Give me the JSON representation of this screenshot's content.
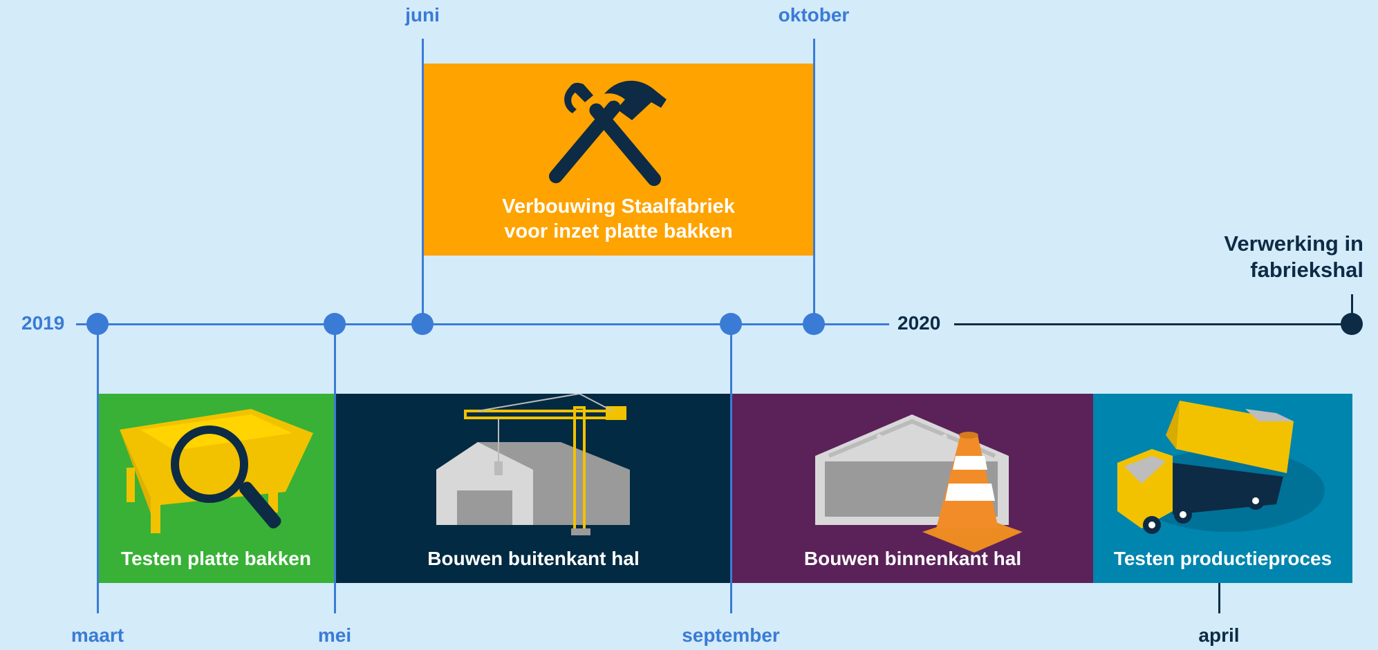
{
  "timeline": {
    "start_year": "2019",
    "end_year": "2020",
    "end_label_line1": "Verwerking in",
    "end_label_line2": "fabriekshal"
  },
  "months_top": {
    "juni": "juni",
    "oktober": "oktober"
  },
  "months_bottom": {
    "maart": "maart",
    "mei": "mei",
    "september": "september",
    "april": "april"
  },
  "phases": {
    "top": {
      "label_line1": "Verbouwing Staalfabriek",
      "label_line2": "voor inzet platte bakken",
      "color": "#ffa300",
      "icon": "tools-icon"
    },
    "bottom": [
      {
        "label": "Testen platte bakken",
        "color": "#38b136",
        "icon": "skip-container-magnifier-icon"
      },
      {
        "label": "Bouwen buitenkant hal",
        "color": "#022a42",
        "icon": "crane-hall-icon"
      },
      {
        "label": "Bouwen binnenkant hal",
        "color": "#5b2259",
        "icon": "hall-traffic-cone-icon"
      },
      {
        "label": "Testen productieproces",
        "color": "#0085ae",
        "icon": "dump-truck-icon"
      }
    ]
  },
  "colors": {
    "background": "#d4ebfa",
    "timeline_blue": "#3a7bd5",
    "timeline_dark": "#0d2b45"
  }
}
